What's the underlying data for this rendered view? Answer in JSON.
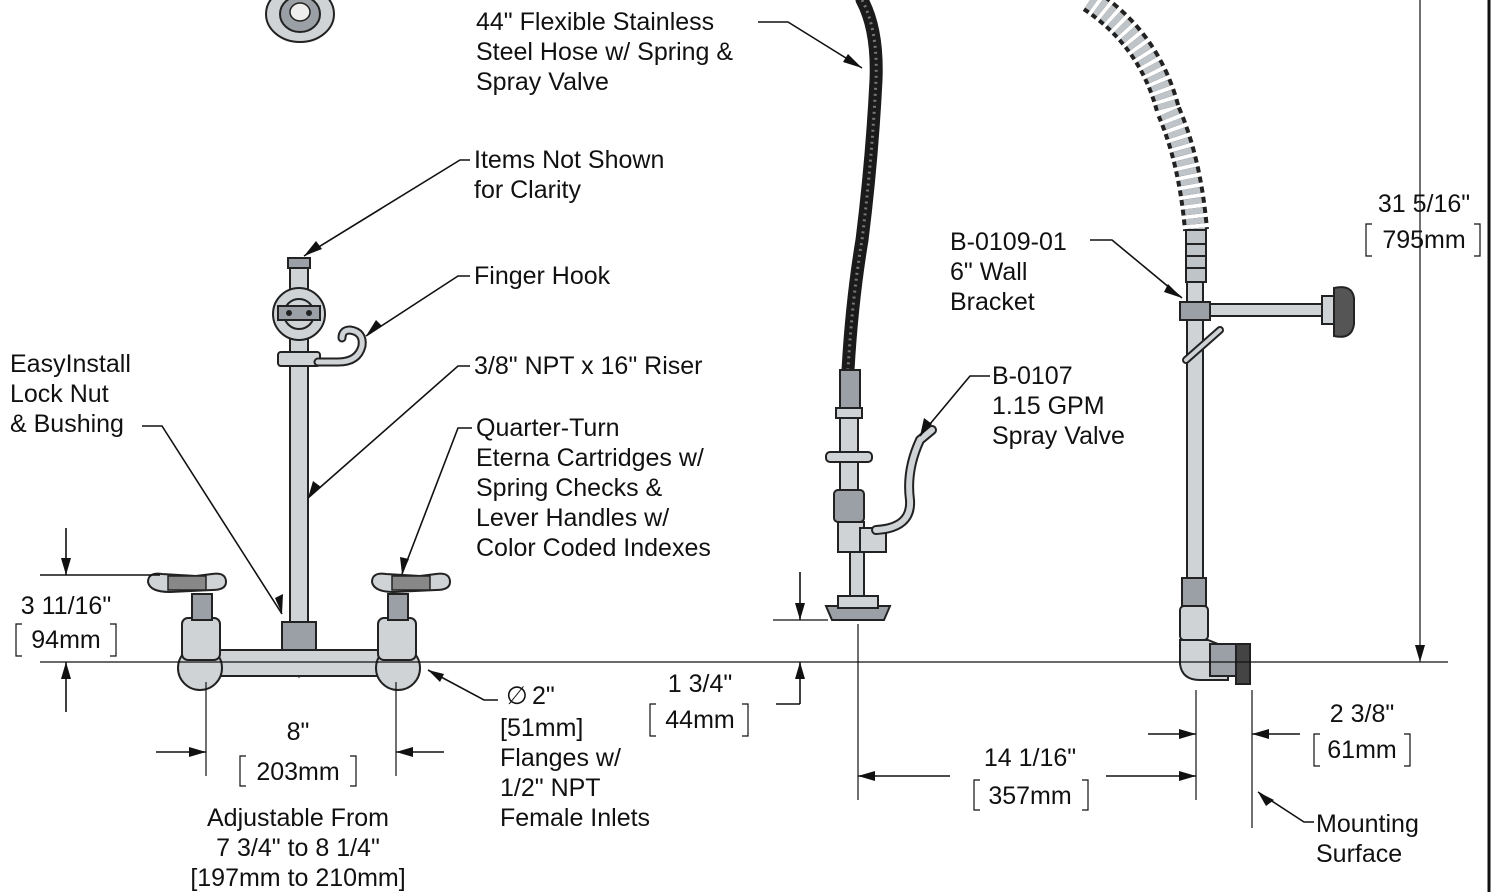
{
  "labels": {
    "hose": [
      "44\" Flexible Stainless",
      "Steel Hose w/ Spring &",
      "Spray Valve"
    ],
    "items_not_shown": [
      "Items Not Shown",
      "for Clarity"
    ],
    "finger_hook": [
      "Finger Hook"
    ],
    "riser": [
      "3/8\" NPT x 16\" Riser"
    ],
    "easyinstall": [
      "EasyInstall",
      "Lock Nut",
      "& Bushing"
    ],
    "cartridges": [
      "Quarter-Turn",
      "Eterna Cartridges w/",
      "Spring Checks &",
      "Lever Handles w/",
      "Color Coded Indexes"
    ],
    "wall_bracket": [
      "B-0109-01",
      "6\" Wall",
      "Bracket"
    ],
    "spray_valve": [
      "B-0107",
      "1.15 GPM",
      "Spray Valve"
    ],
    "flanges": [
      "[51mm]",
      "Flanges w/",
      "1/2\" NPT",
      "Female Inlets"
    ],
    "flange_dia": "2\"",
    "diameter_symbol": "∅",
    "mounting": [
      "Mounting",
      "Surface"
    ],
    "adjustable": [
      "Adjustable From",
      "7 3/4\" to 8 1/4\"",
      "[197mm to 210mm]"
    ]
  },
  "dimensions": {
    "height_3_11_16": {
      "imperial": "3 11/16\"",
      "metric": "94mm"
    },
    "width_8": {
      "imperial": "8\"",
      "metric": "203mm"
    },
    "spray_1_3_4": {
      "imperial": "1 3/4\"",
      "metric": "44mm"
    },
    "reach_14_1_16": {
      "imperial": "14 1/16\"",
      "metric": "357mm"
    },
    "wall_2_3_8": {
      "imperial": "2 3/8\"",
      "metric": "61mm"
    },
    "height_31_5_16": {
      "imperial": "31 5/16\"",
      "metric": "795mm"
    }
  }
}
